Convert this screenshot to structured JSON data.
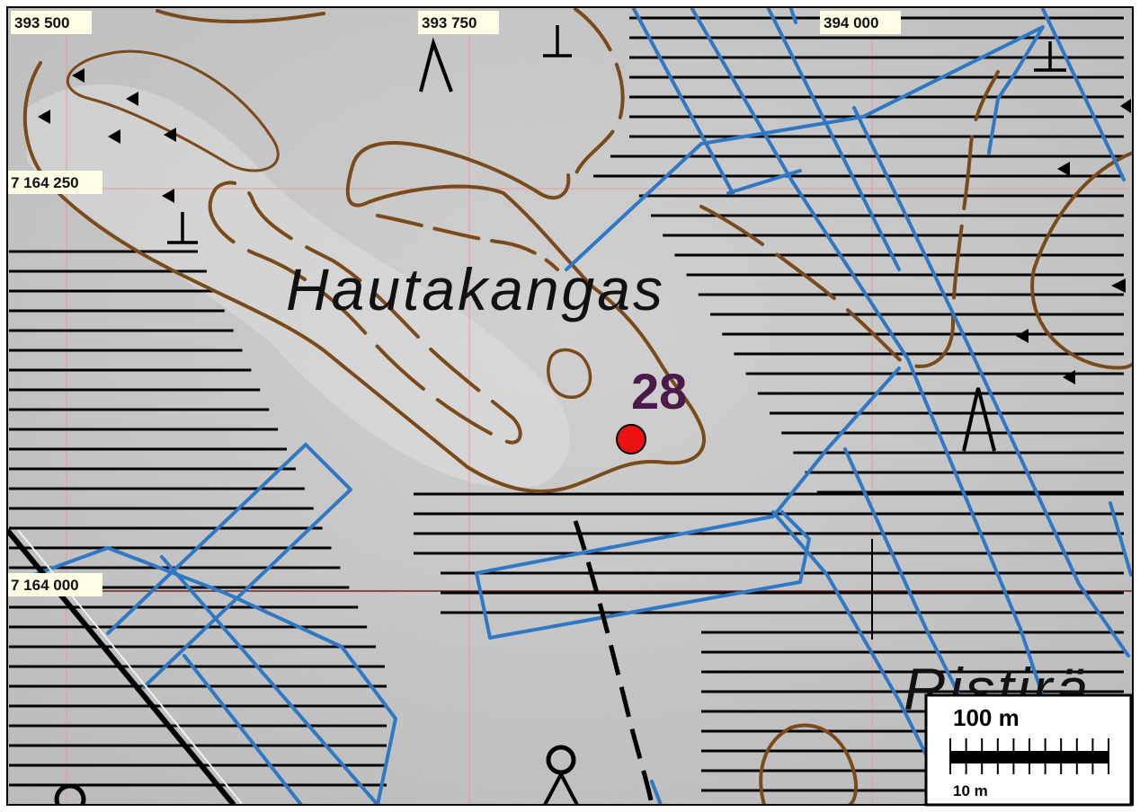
{
  "map": {
    "grid_easting_labels": [
      "393 500",
      "393 750",
      "394 000"
    ],
    "grid_northing_labels": [
      "7 164 250",
      "7 164 000"
    ],
    "place_names": {
      "main": "Hautakangas",
      "partial": "Ristirä"
    },
    "site_marker": {
      "number": "28",
      "number_color": "#4a1a4a",
      "dot_color": "#ee1111"
    },
    "scale_bar": {
      "major_label": "100 m",
      "minor_label": "10 m"
    },
    "colors": {
      "background": "#c9c9c9",
      "contour": "#7a4a1a",
      "ditch": "#2f78c4",
      "marsh_hatch": "#000000",
      "grid_line": "#e79a9a",
      "frame": "#000000"
    },
    "icons": [
      "cliff-triangle-icon",
      "pit-symbol-icon",
      "boulder-symbol-icon",
      "open-pit-symbol-icon"
    ]
  }
}
